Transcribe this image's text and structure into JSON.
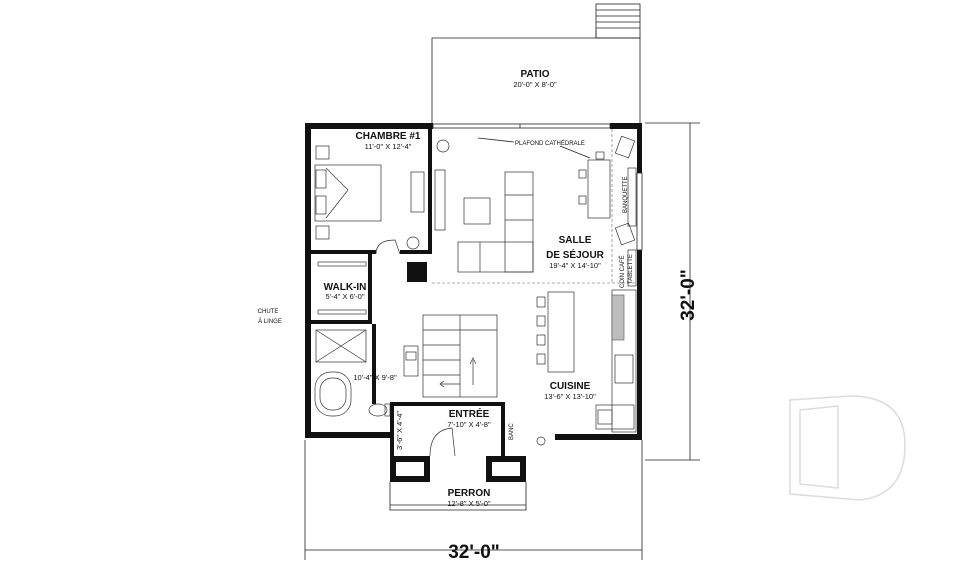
{
  "rooms": {
    "patio": {
      "name": "PATIO",
      "dim": "20'-0\" X 8'-0\""
    },
    "chambre": {
      "name": "CHAMBRE #1",
      "dim": "11'-0\" X 12'-4\""
    },
    "salle_line1": "SALLE",
    "salle_line2": "DE SÉJOUR",
    "salle_dim": "19'-4\" X 14'-10\"",
    "walkin": {
      "name": "WALK-IN",
      "dim": "5'-4\" X 6'-0\""
    },
    "bath_dim": "10'-4\" X 9'-8\"",
    "cuisine": {
      "name": "CUISINE",
      "dim": "13'-6\" X 13'-10\""
    },
    "entree": {
      "name": "ENTRÉE",
      "dim": "7'-10\" X 4'-8\""
    },
    "closet_dim": "3'-6\" X 4'-4\"",
    "perron": {
      "name": "PERRON",
      "dim": "12'-8\" X 5'-0\""
    }
  },
  "annotations": {
    "plafond": "PLAFOND CATHÉDRALE",
    "banquette": "BANQUETTE",
    "coin_cafe": "COIN CAFÉ",
    "tablette": "TABLETTE",
    "chute_line1": "CHUTE",
    "chute_line2": "À LINGE",
    "banc": "BANC"
  },
  "dimensions": {
    "width": "32'-0\"",
    "depth": "32'-0\""
  }
}
